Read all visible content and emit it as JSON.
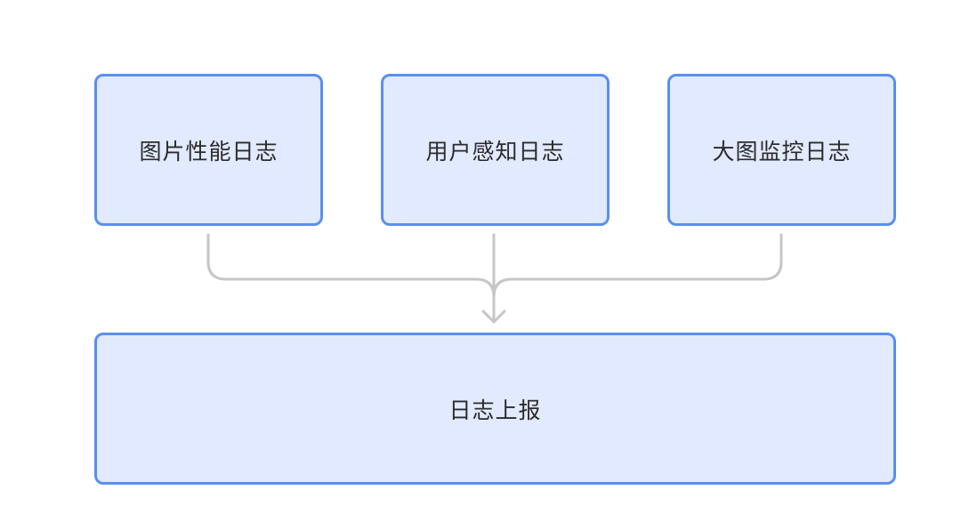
{
  "diagram": {
    "sources": [
      {
        "label": "图片性能日志"
      },
      {
        "label": "用户感知日志"
      },
      {
        "label": "大图监控日志"
      }
    ],
    "target": {
      "label": "日志上报"
    },
    "colors": {
      "node_fill": "#e2eaff",
      "node_border": "#5a8ff0",
      "connector": "#c6c6c6",
      "text": "#2b2b2b"
    }
  }
}
